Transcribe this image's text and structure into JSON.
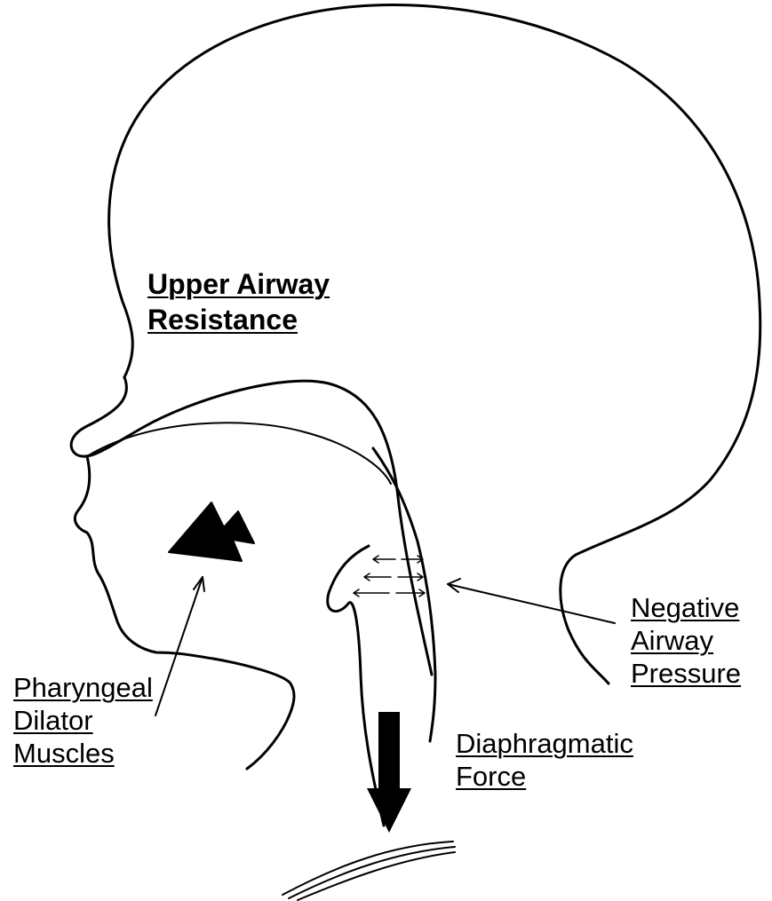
{
  "labels": {
    "upper_airway": [
      "Upper Airway",
      "Resistance"
    ],
    "negative_pressure": [
      "Negative",
      "Airway",
      "Pressure"
    ],
    "pharyngeal": [
      "Pharyngeal",
      "Dilator",
      "Muscles"
    ],
    "diaphragmatic": [
      "Diaphragmatic",
      "Force"
    ]
  },
  "colors": {
    "ink": "#000000",
    "background": "#ffffff"
  }
}
